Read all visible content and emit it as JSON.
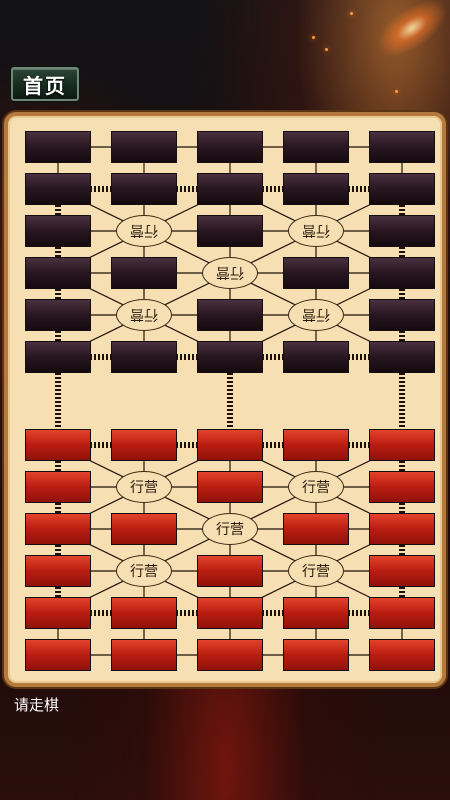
{
  "header": {
    "home_label": "首页"
  },
  "board": {
    "camp_label": "行营",
    "colors": {
      "board_bg": "#f5dfb3",
      "frame": "#b57a3d",
      "top_side": "#2a1822",
      "bottom_side": "#b91d11"
    },
    "top_side": {
      "rows": [
        1,
        2,
        3,
        4,
        5,
        6
      ],
      "camps": [
        "r3c2",
        "r3c4",
        "r4c3",
        "r5c2",
        "r5c4"
      ]
    },
    "bottom_side": {
      "rows": [
        7,
        8,
        9,
        10,
        11,
        12
      ],
      "camps": [
        "r8c2",
        "r8c4",
        "r9c3",
        "r10c2",
        "r10c4"
      ]
    }
  },
  "status": {
    "message": "请走棋"
  }
}
